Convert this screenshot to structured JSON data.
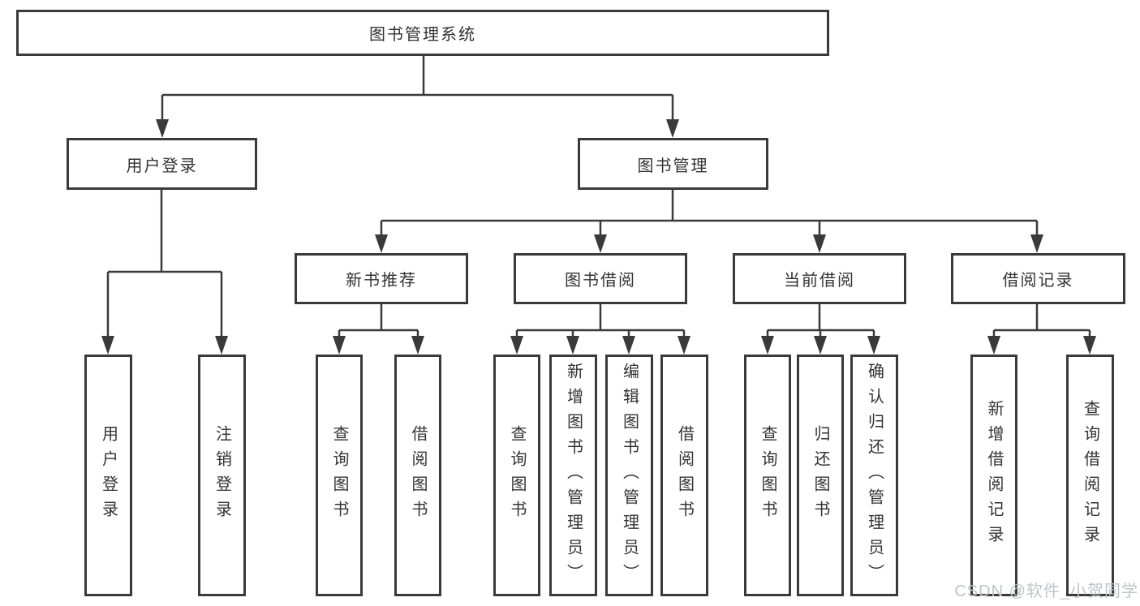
{
  "diagram": {
    "root": {
      "label": "图书管理系统"
    },
    "level2": [
      {
        "label": "用户登录",
        "parent": "图书管理系统"
      },
      {
        "label": "图书管理",
        "parent": "图书管理系统"
      }
    ],
    "level3": [
      {
        "label": "新书推荐",
        "parent": "图书管理"
      },
      {
        "label": "图书借阅",
        "parent": "图书管理"
      },
      {
        "label": "当前借阅",
        "parent": "图书管理"
      },
      {
        "label": "借阅记录",
        "parent": "图书管理"
      }
    ],
    "leaves": [
      {
        "label": "用户登录",
        "parent": "用户登录"
      },
      {
        "label": "注销登录",
        "parent": "用户登录"
      },
      {
        "label": "查询图书",
        "parent": "新书推荐"
      },
      {
        "label": "借阅图书",
        "parent": "新书推荐"
      },
      {
        "label": "查询图书",
        "parent": "图书借阅"
      },
      {
        "label": "新增图书（管理员）",
        "parent": "图书借阅"
      },
      {
        "label": "编辑图书（管理员）",
        "parent": "图书借阅"
      },
      {
        "label": "借阅图书",
        "parent": "图书借阅"
      },
      {
        "label": "查询图书",
        "parent": "当前借阅"
      },
      {
        "label": "归还图书",
        "parent": "当前借阅"
      },
      {
        "label": "确认归还（管理员）",
        "parent": "当前借阅"
      },
      {
        "label": "新增借阅记录",
        "parent": "借阅记录"
      },
      {
        "label": "查询借阅记录",
        "parent": "借阅记录"
      }
    ]
  },
  "watermark": {
    "text": "CSDN @软件_小贺同学"
  },
  "colors": {
    "line": "#3a3a3a",
    "text": "#333333",
    "watermark": "#c0c3c9",
    "background": "#ffffff"
  }
}
